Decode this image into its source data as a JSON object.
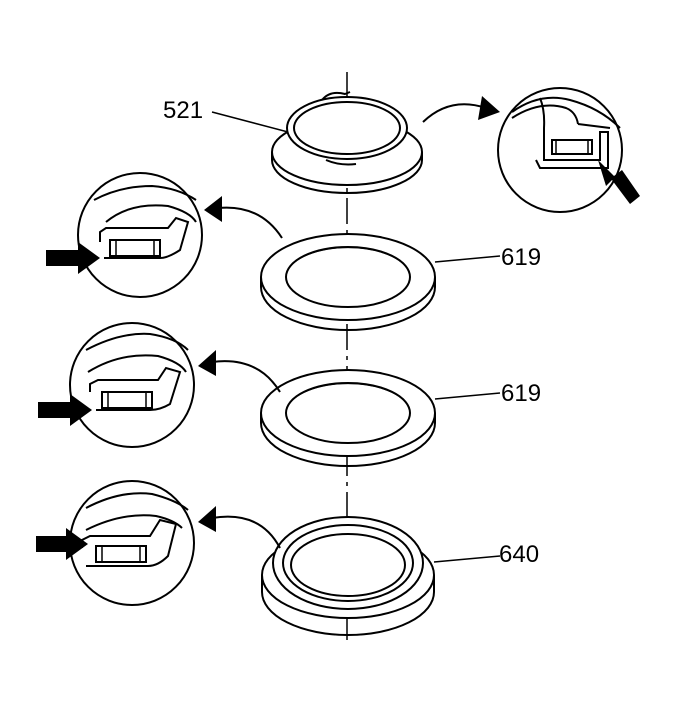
{
  "labels": {
    "part_521": "521",
    "part_619_top": "619",
    "part_619_bottom": "619",
    "part_640": "640"
  },
  "colors": {
    "ink": "#000000",
    "paper": "#ffffff"
  },
  "icons": {
    "detail_arrow": "curved-arrow-icon",
    "pointer": "solid-arrow-icon"
  }
}
